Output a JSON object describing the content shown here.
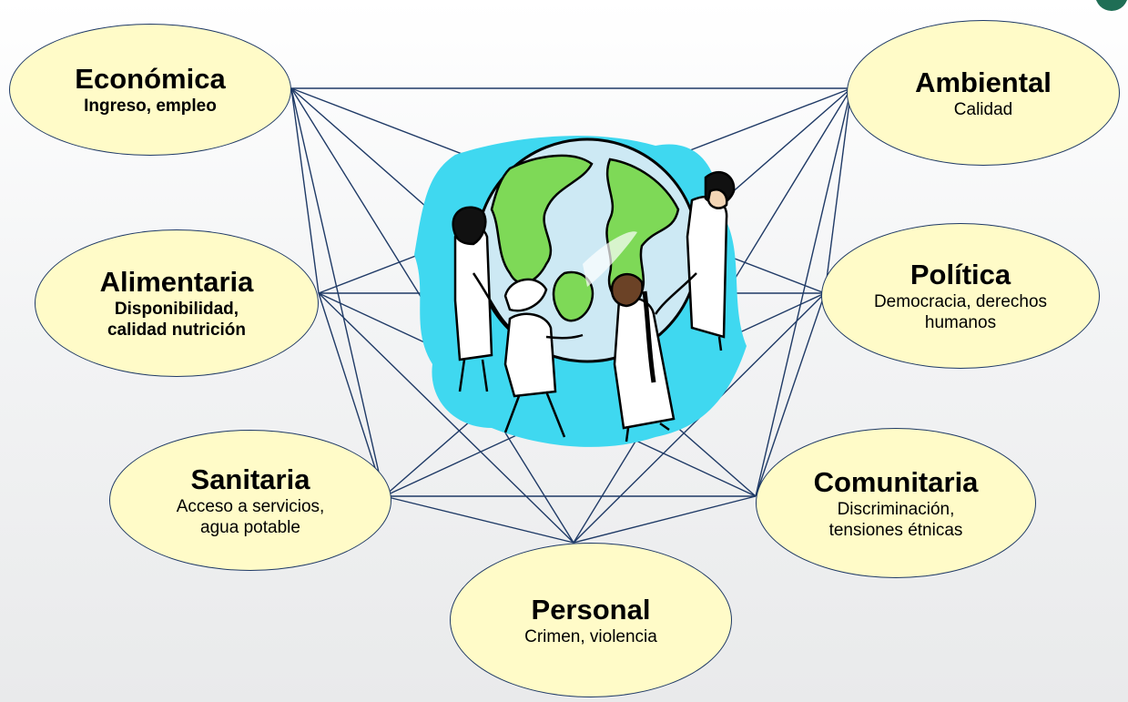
{
  "diagram": {
    "nodes": [
      {
        "id": "economica",
        "title": "Económica",
        "subtitle": "Ingreso, empleo",
        "subtitle_bold": true
      },
      {
        "id": "alimentaria",
        "title": "Alimentaria",
        "subtitle": "Disponibilidad,\ncalidad nutrición",
        "subtitle_bold": true
      },
      {
        "id": "sanitaria",
        "title": "Sanitaria",
        "subtitle": "Acceso a servicios,\nagua potable",
        "subtitle_bold": false
      },
      {
        "id": "personal",
        "title": "Personal",
        "subtitle": "Crimen, violencia",
        "subtitle_bold": false
      },
      {
        "id": "comunitaria",
        "title": "Comunitaria",
        "subtitle": "Discriminación,\ntensiones étnicas",
        "subtitle_bold": false
      },
      {
        "id": "politica",
        "title": "Política",
        "subtitle": "Democracia, derechos\nhumanos",
        "subtitle_bold": false
      },
      {
        "id": "ambiental",
        "title": "Ambiental",
        "subtitle": "Calidad",
        "subtitle_bold": false
      }
    ],
    "connections": "all-to-all",
    "center_image": "globe-with-children-holding-hands",
    "colors": {
      "node_fill": "#fffbc8",
      "node_border": "#1f3a66",
      "link_stroke": "#1f3a66",
      "globe_ocean": "#cde9f4",
      "globe_land": "#7ed957",
      "splash": "#3fd8f0",
      "corner_mark": "#1f6e55"
    }
  }
}
